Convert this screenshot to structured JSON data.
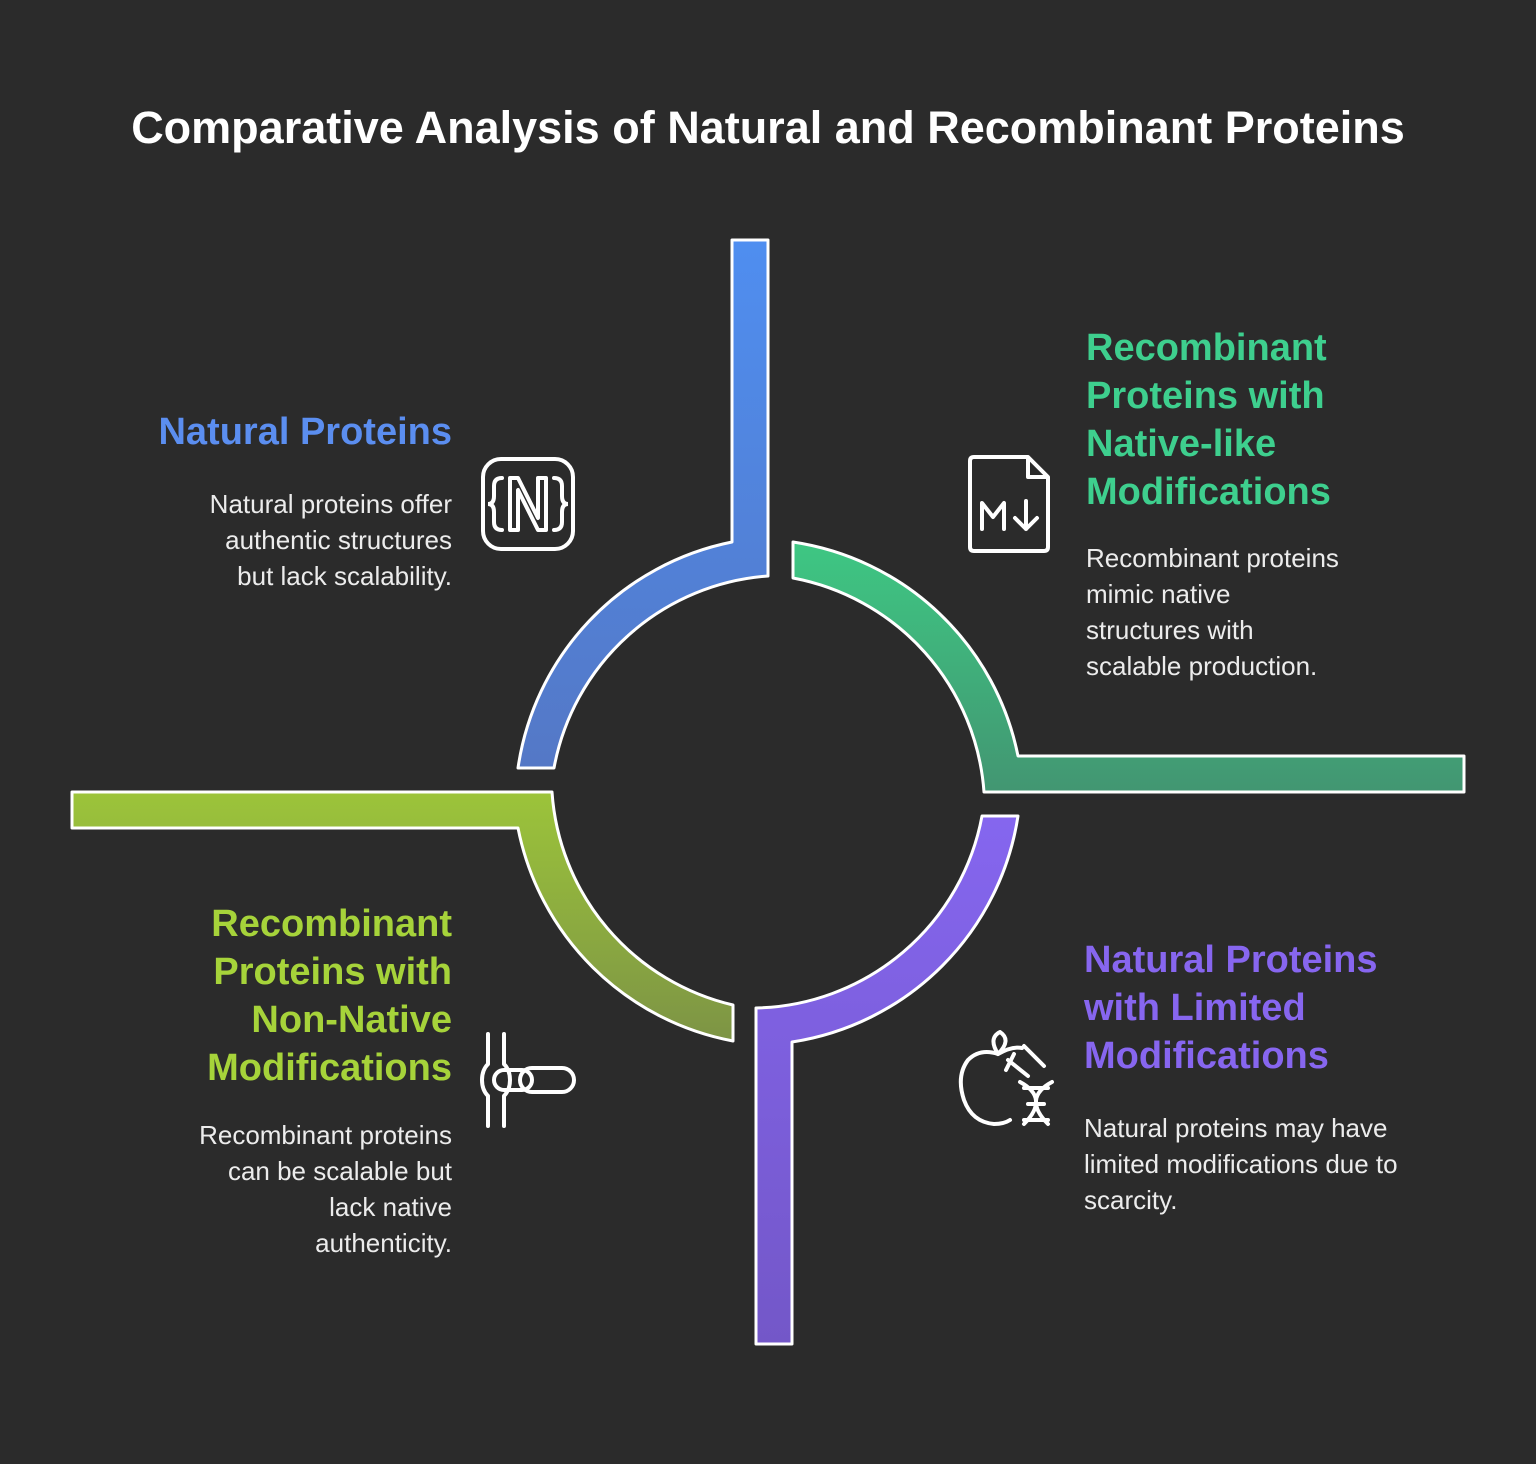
{
  "title": "Comparative Analysis of Natural and Recombinant Proteins",
  "colors": {
    "background": "#2b2b2b",
    "blue": "#5b8ef0",
    "green": "#3ecf8e",
    "purple": "#8766ef",
    "olive": "#a6d33a",
    "outline": "#ffffff"
  },
  "quadrants": [
    {
      "id": "top-left",
      "heading": "Natural Proteins",
      "description": "Natural proteins offer\nauthentic structures\nbut lack scalability.",
      "color": "#5b8ef0",
      "icon": "nuxt-n-braces-icon"
    },
    {
      "id": "top-right",
      "heading": "Recombinant\nProteins with\nNative-like\nModifications",
      "description": "Recombinant proteins\nmimic native\nstructures with\nscalable production.",
      "color": "#3ecf8e",
      "icon": "markdown-file-icon"
    },
    {
      "id": "bottom-left",
      "heading": "Recombinant\nProteins with\nNon-Native\nModifications",
      "description": "Recombinant proteins\ncan be scalable but\nlack native\nauthenticity.",
      "color": "#a6d33a",
      "icon": "pipe-valve-icon"
    },
    {
      "id": "bottom-right",
      "heading": "Natural Proteins\nwith Limited\nModifications",
      "description": "Natural proteins may have\nlimited modifications due to\nscarcity.",
      "color": "#8766ef",
      "icon": "apple-dna-icon"
    }
  ]
}
